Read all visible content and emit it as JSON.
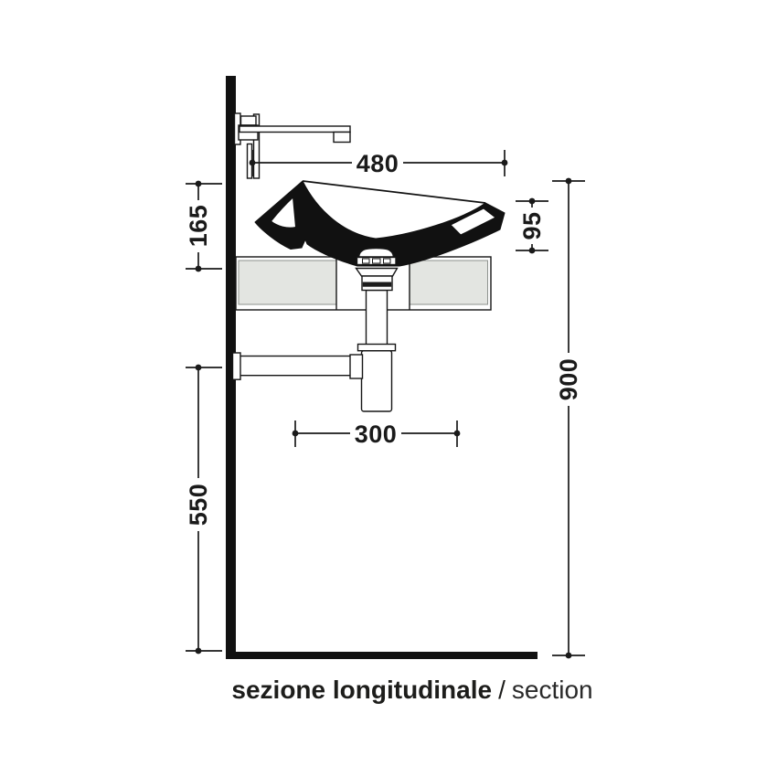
{
  "caption": {
    "italian": "sezione longitudinale",
    "separator": "/",
    "english": "section"
  },
  "dimensions": {
    "sink_width": "480",
    "sink_height": "165",
    "rim_height": "95",
    "drain_span": "300",
    "outlet_height": "550",
    "total_height": "900"
  },
  "colors": {
    "line": "#1a1a1a",
    "section_black": "#111111",
    "counter_gray": "#e3e5e1",
    "background": "#ffffff"
  }
}
